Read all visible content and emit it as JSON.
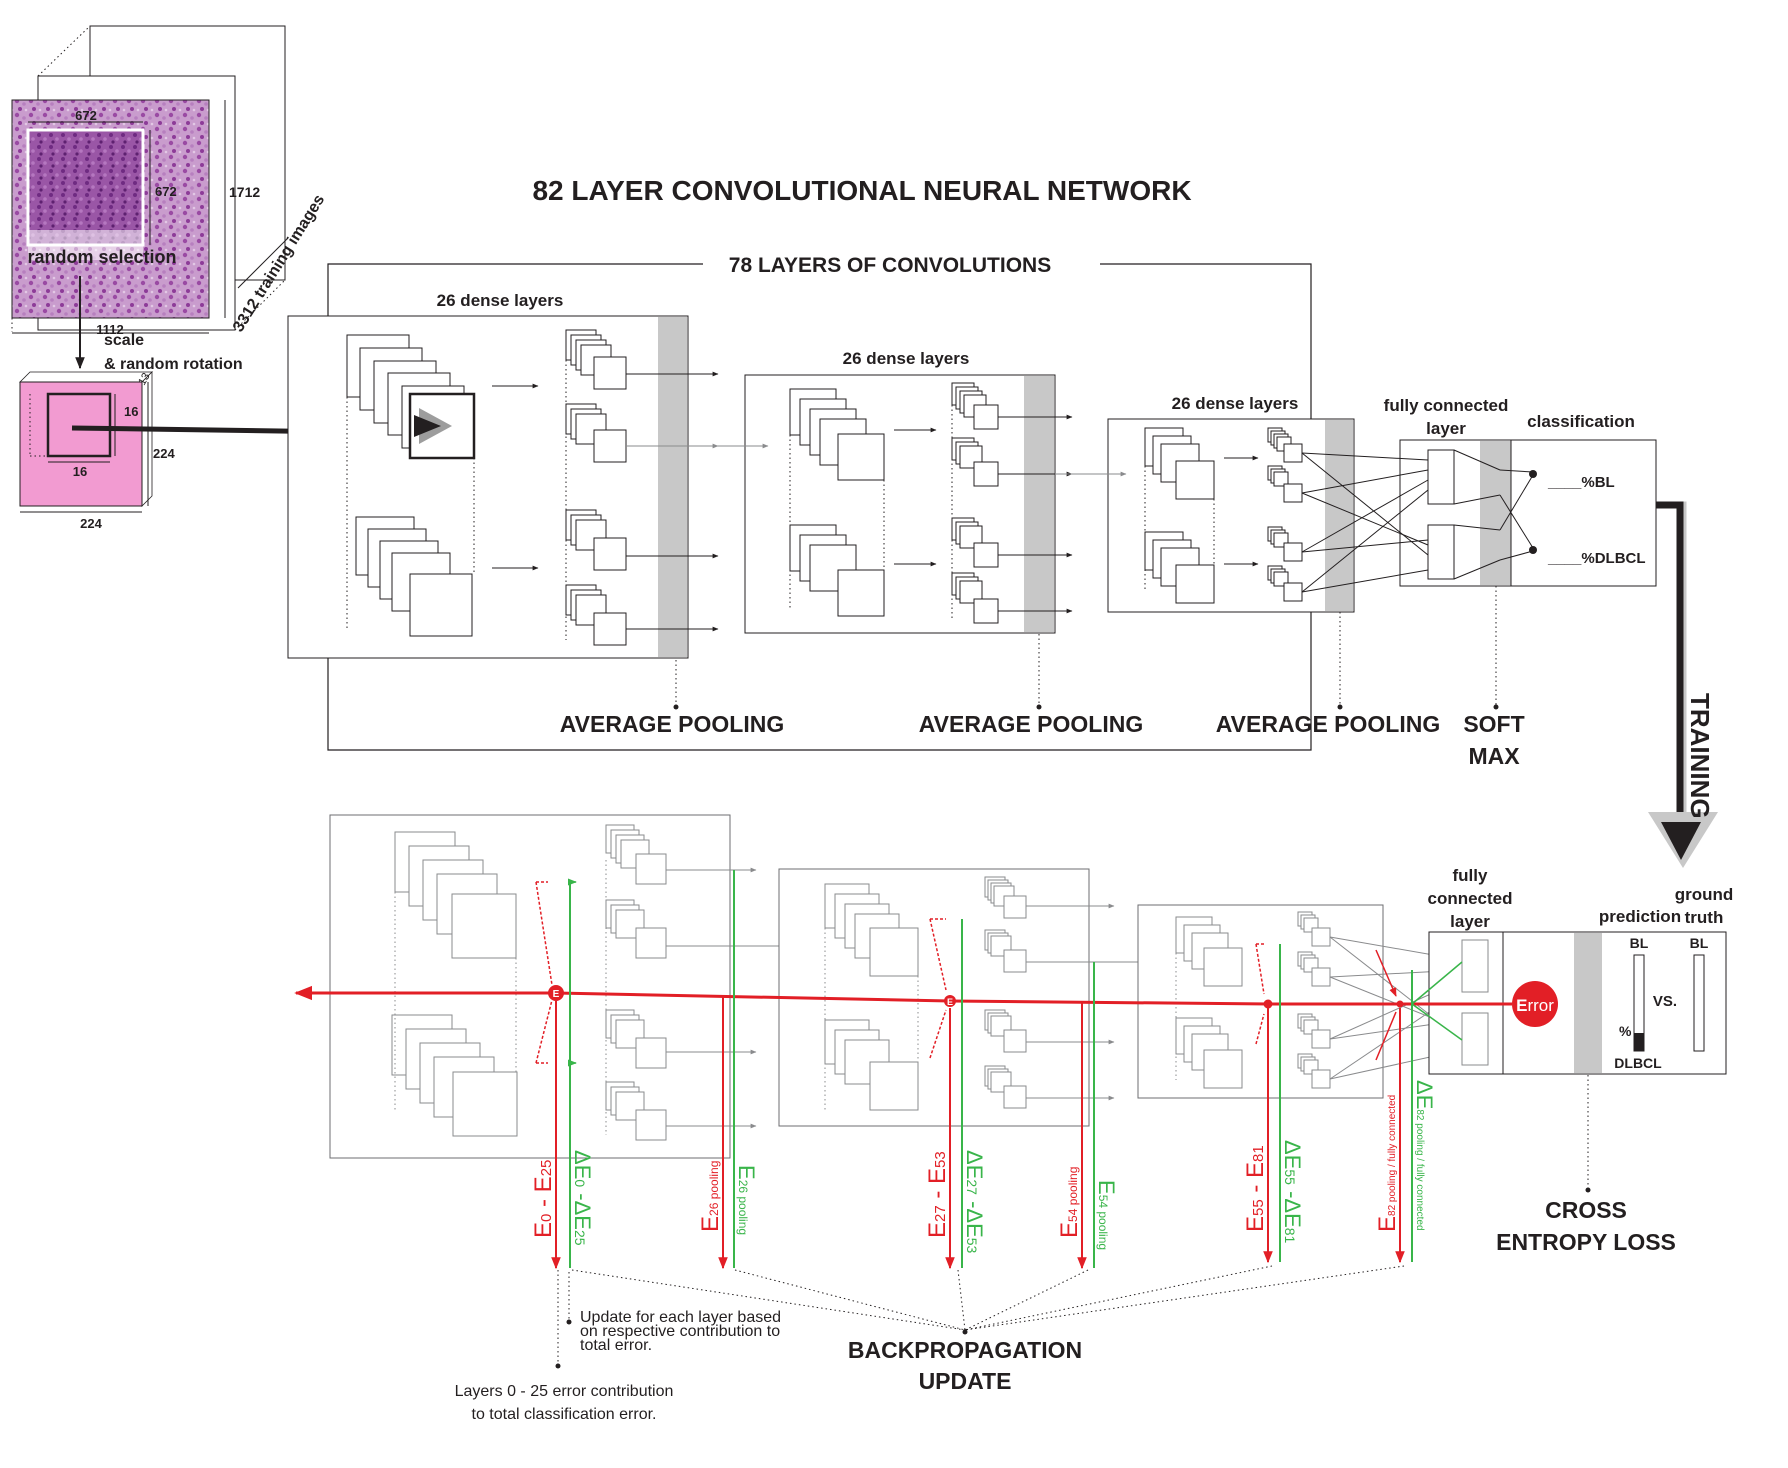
{
  "title": "82 LAYER CONVOLUTIONAL NEURAL NETWORK",
  "input": {
    "dim_672_top": "672",
    "dim_672_side": "672",
    "dim_1712": "1712",
    "dim_1112": "1112",
    "random_selection": "random selection",
    "training_images": "3312 training images",
    "scale": "scale",
    "random_rotation": "& random rotation",
    "dim_13": "13",
    "dim_16_side": "16",
    "dim_16_bottom": "16",
    "dim_224_side": "224",
    "dim_224_bottom": "224"
  },
  "convolutions_label": "78 LAYERS OF CONVOLUTIONS",
  "dense_blocks": [
    "26 dense layers",
    "26 dense layers",
    "26 dense layers"
  ],
  "pooling_labels": [
    "AVERAGE POOLING",
    "AVERAGE POOLING",
    "AVERAGE POOLING"
  ],
  "fully_connected": "fully connected",
  "fully_connected_layer": "layer",
  "classification": "classification",
  "class_bl": "____%BL",
  "class_dlbcl": "____%DLBCL",
  "soft": "SOFT",
  "max": "MAX",
  "training": "TRAINING",
  "lower": {
    "fc_1": "fully",
    "fc_2": "connected",
    "fc_3": "layer",
    "error_prefix": "E",
    "error_rest": "rror",
    "prediction": "prediction",
    "ground": "ground",
    "truth": "truth",
    "pred_bl": "BL",
    "truth_bl": "BL",
    "pct": "%",
    "dlbcl": "DLBCL",
    "vs": "VS.",
    "node_e": "E",
    "cross": "CROSS",
    "entropy": "ENTROPY LOSS",
    "backprop_1": "BACKPROPAGATION",
    "backprop_2": "UPDATE",
    "update_1": "Update for each layer based",
    "update_2": "on respective contribution to",
    "update_3": "total error.",
    "layers_1": "Layers 0 - 25 error contribution",
    "layers_2": "to total classification error."
  },
  "error_labels": [
    {
      "id": "e0_25",
      "main": "E",
      "sub": "0",
      "mid": " - E",
      "sub2": "25"
    },
    {
      "id": "de0_25",
      "main": "ΔE",
      "sub": "0",
      "mid": " -ΔE",
      "sub2": "25"
    },
    {
      "id": "e26",
      "main": "E",
      "sub": "26 pooling"
    },
    {
      "id": "de26",
      "main": "E",
      "sub": "26 pooling"
    },
    {
      "id": "e27_53",
      "main": "E",
      "sub": "27",
      "mid": " - E",
      "sub2": "53"
    },
    {
      "id": "de27_53",
      "main": "ΔE",
      "sub": "27",
      "mid": " -ΔE",
      "sub2": "53"
    },
    {
      "id": "e54",
      "main": "E",
      "sub": "54 pooling"
    },
    {
      "id": "de54",
      "main": "E",
      "sub": "54 pooling"
    },
    {
      "id": "e55_81",
      "main": "E",
      "sub": "55",
      "mid": " - E",
      "sub2": "81"
    },
    {
      "id": "de55_81",
      "main": "ΔE",
      "sub": "55",
      "mid": " -ΔE",
      "sub2": "81"
    },
    {
      "id": "e82",
      "main": "E",
      "sub": "82 pooling / fully connected"
    },
    {
      "id": "de82",
      "main": "ΔE",
      "sub": "82 pooling / fully connected"
    }
  ],
  "colors": {
    "error_red": "#e21f26",
    "delta_green": "#39b54a",
    "pool_gray": "#c8c8c8",
    "tissue_purple": "#b06ab3",
    "patch_pink": "#f29bd1"
  }
}
